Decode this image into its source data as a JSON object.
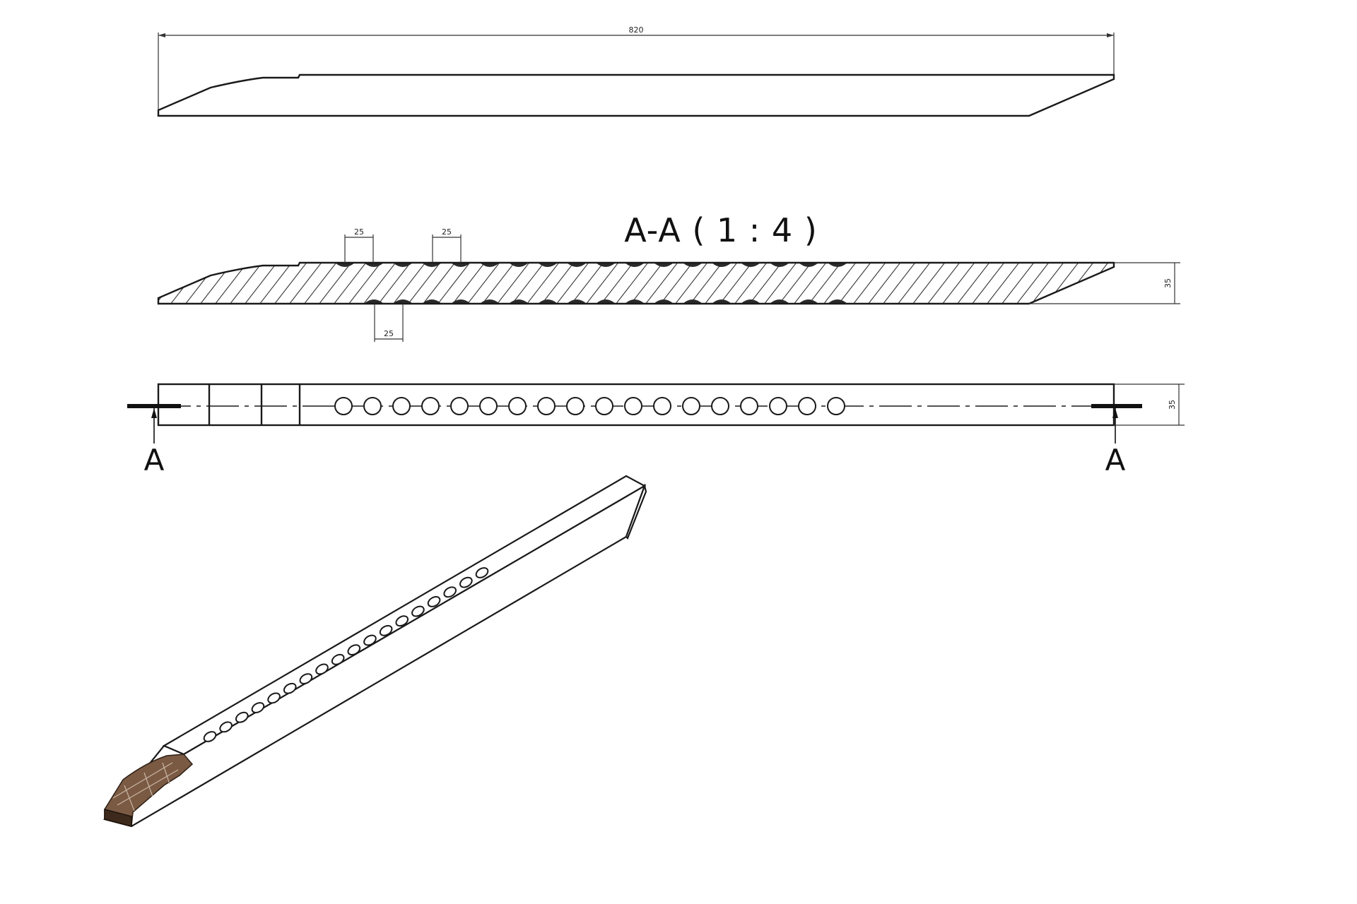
{
  "drawing": {
    "overall_length_label": "820",
    "section_title": "A-A ( 1 : 4 )",
    "rib_dim_top_left": "25",
    "rib_dim_top_right": "25",
    "rib_dim_bottom": "25",
    "section_height_label": "35",
    "plan_width_label": "35",
    "section_marker_left": "A",
    "section_marker_right": "A",
    "hole_count": 18,
    "iso_hole_count": 18
  },
  "colors": {
    "line": "#1a1a1a",
    "rubber_pad": "#7b5a44"
  }
}
